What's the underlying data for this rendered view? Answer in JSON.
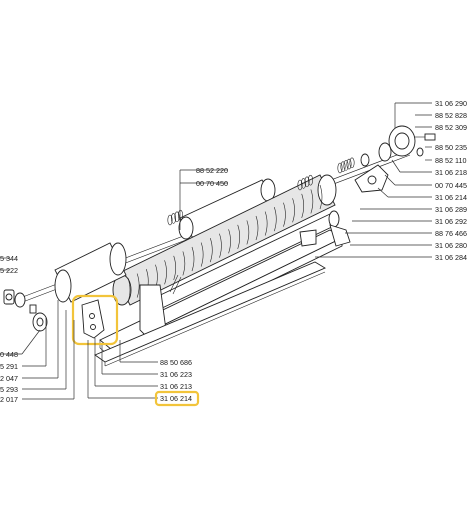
{
  "left_labels": [
    {
      "id": "l1",
      "text": "5 344"
    },
    {
      "id": "l2",
      "text": "5 222"
    },
    {
      "id": "l3",
      "text": "0 448"
    },
    {
      "id": "l4",
      "text": "5 291"
    },
    {
      "id": "l5",
      "text": "2 047"
    },
    {
      "id": "l6",
      "text": "5 293"
    },
    {
      "id": "l7",
      "text": "2 017"
    }
  ],
  "top_labels": [
    {
      "id": "t1",
      "text": "88 52 220"
    },
    {
      "id": "t2",
      "text": "00 70 450"
    }
  ],
  "right_labels": [
    {
      "id": "r1",
      "text": "31 06 290"
    },
    {
      "id": "r2",
      "text": "88 52 828"
    },
    {
      "id": "r3",
      "text": "88 52 309"
    },
    {
      "id": "r4",
      "text": "88 50 235"
    },
    {
      "id": "r5",
      "text": "88 52 110"
    },
    {
      "id": "r6",
      "text": "31 06 218"
    },
    {
      "id": "r7",
      "text": "00 70 445"
    },
    {
      "id": "r8",
      "text": "31 06 214"
    },
    {
      "id": "r9",
      "text": "31 06 289"
    },
    {
      "id": "r10",
      "text": "31 06 292"
    },
    {
      "id": "r11",
      "text": "88 76 466"
    },
    {
      "id": "r12",
      "text": "31 06 280"
    },
    {
      "id": "r13",
      "text": "31 06 284"
    }
  ],
  "bottom_labels": [
    {
      "id": "b1",
      "text": "88 50 686"
    },
    {
      "id": "b2",
      "text": "31 06 223"
    },
    {
      "id": "b3",
      "text": "31 06 213"
    },
    {
      "id": "b4",
      "text": "31 06 214"
    }
  ],
  "highlight_color": "#f2c43a"
}
